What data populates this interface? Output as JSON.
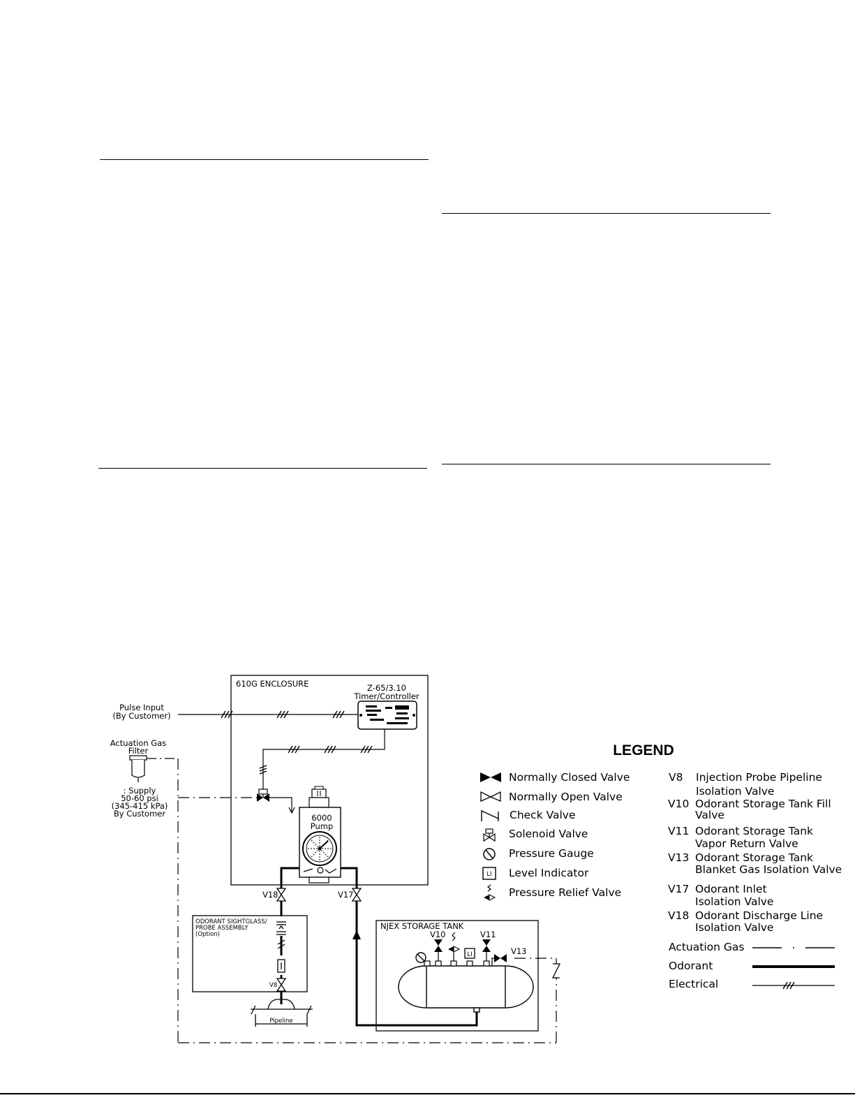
{
  "diagram": {
    "labels": {
      "enclosure": "610G ENCLOSURE",
      "controller": [
        "Z-65/3.10",
        "Timer/Controller"
      ],
      "pulse_input": [
        "Pulse Input",
        "(By Customer)"
      ],
      "filter": [
        "Actuation Gas",
        "Filter"
      ],
      "supply": [
        ": Supply",
        "50-60 psi",
        "(345-415 kPa)",
        "By Customer"
      ],
      "pump": [
        "6000",
        "Pump"
      ],
      "v18": "V18",
      "v17": "V17",
      "sightglass": [
        "ODORANT SIGHTGLASS/",
        "PROBE ASSEMBLY",
        "(Option)"
      ],
      "v8": "V8",
      "pipeline": "Pipeline",
      "tank": "NJEX STORAGE TANK",
      "v10": "V10",
      "v11": "V11",
      "v13": "V13",
      "li": "LI"
    }
  },
  "legend": {
    "title": "LEGEND",
    "symbols": [
      "Normally Closed Valve",
      "Normally Open Valve",
      "Check Valve",
      "Solenoid Valve",
      "Pressure Gauge",
      "Level Indicator",
      "Pressure Relief Valve"
    ],
    "valves": [
      {
        "id": "V8",
        "lines": [
          "Injection Probe Pipeline",
          "Isolation Valve"
        ]
      },
      {
        "id": "V10",
        "lines": [
          "Odorant Storage Tank Fill",
          "Valve"
        ]
      },
      {
        "id": "V11",
        "lines": [
          "Odorant Storage Tank",
          "Vapor Return Valve"
        ]
      },
      {
        "id": "V13",
        "lines": [
          "Odorant Storage Tank",
          "Blanket Gas Isolation Valve"
        ]
      },
      {
        "id": "V17",
        "lines": [
          "Odorant Inlet",
          "Isolation Valve"
        ]
      },
      {
        "id": "V18",
        "lines": [
          "Odorant Discharge Line",
          "Isolation Valve"
        ]
      }
    ],
    "lines": [
      "Actuation Gas",
      "Odorant",
      "Electrical"
    ]
  }
}
